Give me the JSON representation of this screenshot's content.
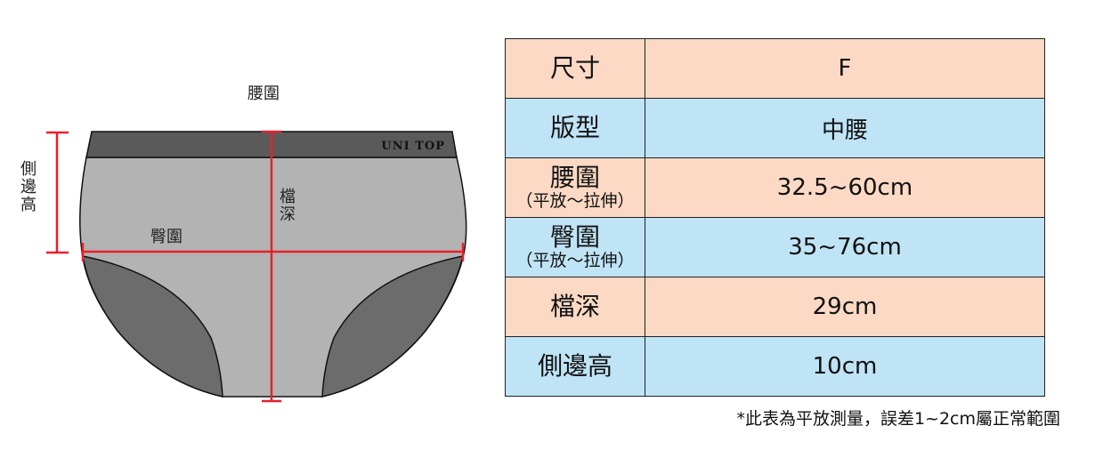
{
  "diagram": {
    "waist_label": "腰圍",
    "hip_label": "臀圍",
    "rise_label": [
      "檔",
      "深"
    ],
    "side_label": [
      "側",
      "邊",
      "高"
    ],
    "brand_text": "UNI TOP",
    "colors": {
      "waistband": "#5a5a5a",
      "body": "#b3b3b3",
      "leg_panels": "#6c6c6c",
      "measure_line": "#e8202a"
    }
  },
  "table": {
    "rows": [
      {
        "label": "尺寸",
        "sub": "",
        "value": "F",
        "color": "#fbd9c4"
      },
      {
        "label": "版型",
        "sub": "",
        "value": "中腰",
        "color": "#bfe4f6"
      },
      {
        "label": "腰圍",
        "sub": "（平放～拉伸）",
        "value": "32.5~60cm",
        "color": "#fbd9c4"
      },
      {
        "label": "臀圍",
        "sub": "（平放～拉伸）",
        "value": "35~76cm",
        "color": "#bfe4f6"
      },
      {
        "label": "檔深",
        "sub": "",
        "value": "29cm",
        "color": "#fbd9c4"
      },
      {
        "label": "側邊高",
        "sub": "",
        "value": "10cm",
        "color": "#bfe4f6"
      }
    ]
  },
  "footnote": "*此表為平放測量，誤差1~2cm屬正常範圍"
}
